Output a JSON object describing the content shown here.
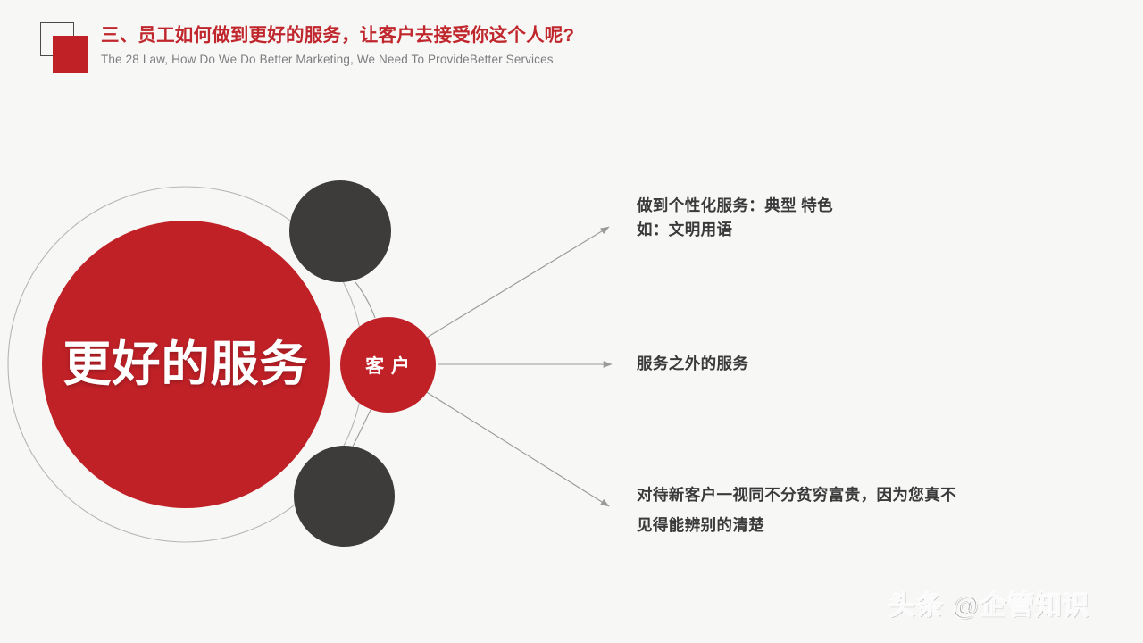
{
  "slide": {
    "background_color": "#f7f7f6",
    "accent_color": "#bf2127",
    "dark_color": "#3e3c3a",
    "line_color": "#9a9a9a",
    "text_color": "#3a3a3a"
  },
  "header": {
    "logo": {
      "outline_icon": "square-outline-icon",
      "fill_icon": "square-filled-icon",
      "fill_color": "#bf2127"
    },
    "title": "三、员工如何做到更好的服务，让客户去接受你这个人呢?",
    "title_color": "#c0272d",
    "subtitle": "The 28 Law, How Do We Do Better Marketing, We Need To ProvideBetter Services",
    "subtitle_color": "#7d7d80"
  },
  "diagram": {
    "main_node": {
      "label": "更好的服务",
      "color": "#bf2127",
      "text_color": "#ffffff"
    },
    "sub_node": {
      "label": "客 户",
      "color": "#bf2127",
      "text_color": "#ffffff"
    },
    "dark_node_top": {
      "label": "",
      "color": "#3e3c3a"
    },
    "dark_node_bottom": {
      "label": "",
      "color": "#3e3c3a"
    },
    "ring": {
      "stroke_color": "#b4b4b4"
    },
    "callouts": [
      {
        "lines": [
          "做到个性化服务：典型 特色",
          "如：文明用语"
        ]
      },
      {
        "lines": [
          "服务之外的服务"
        ]
      },
      {
        "lines": [
          "对待新客户一视同不分贫穷富贵，因为您真不",
          "见得能辨别的清楚"
        ]
      }
    ]
  },
  "watermark": {
    "text": "头条 @企管知识"
  }
}
